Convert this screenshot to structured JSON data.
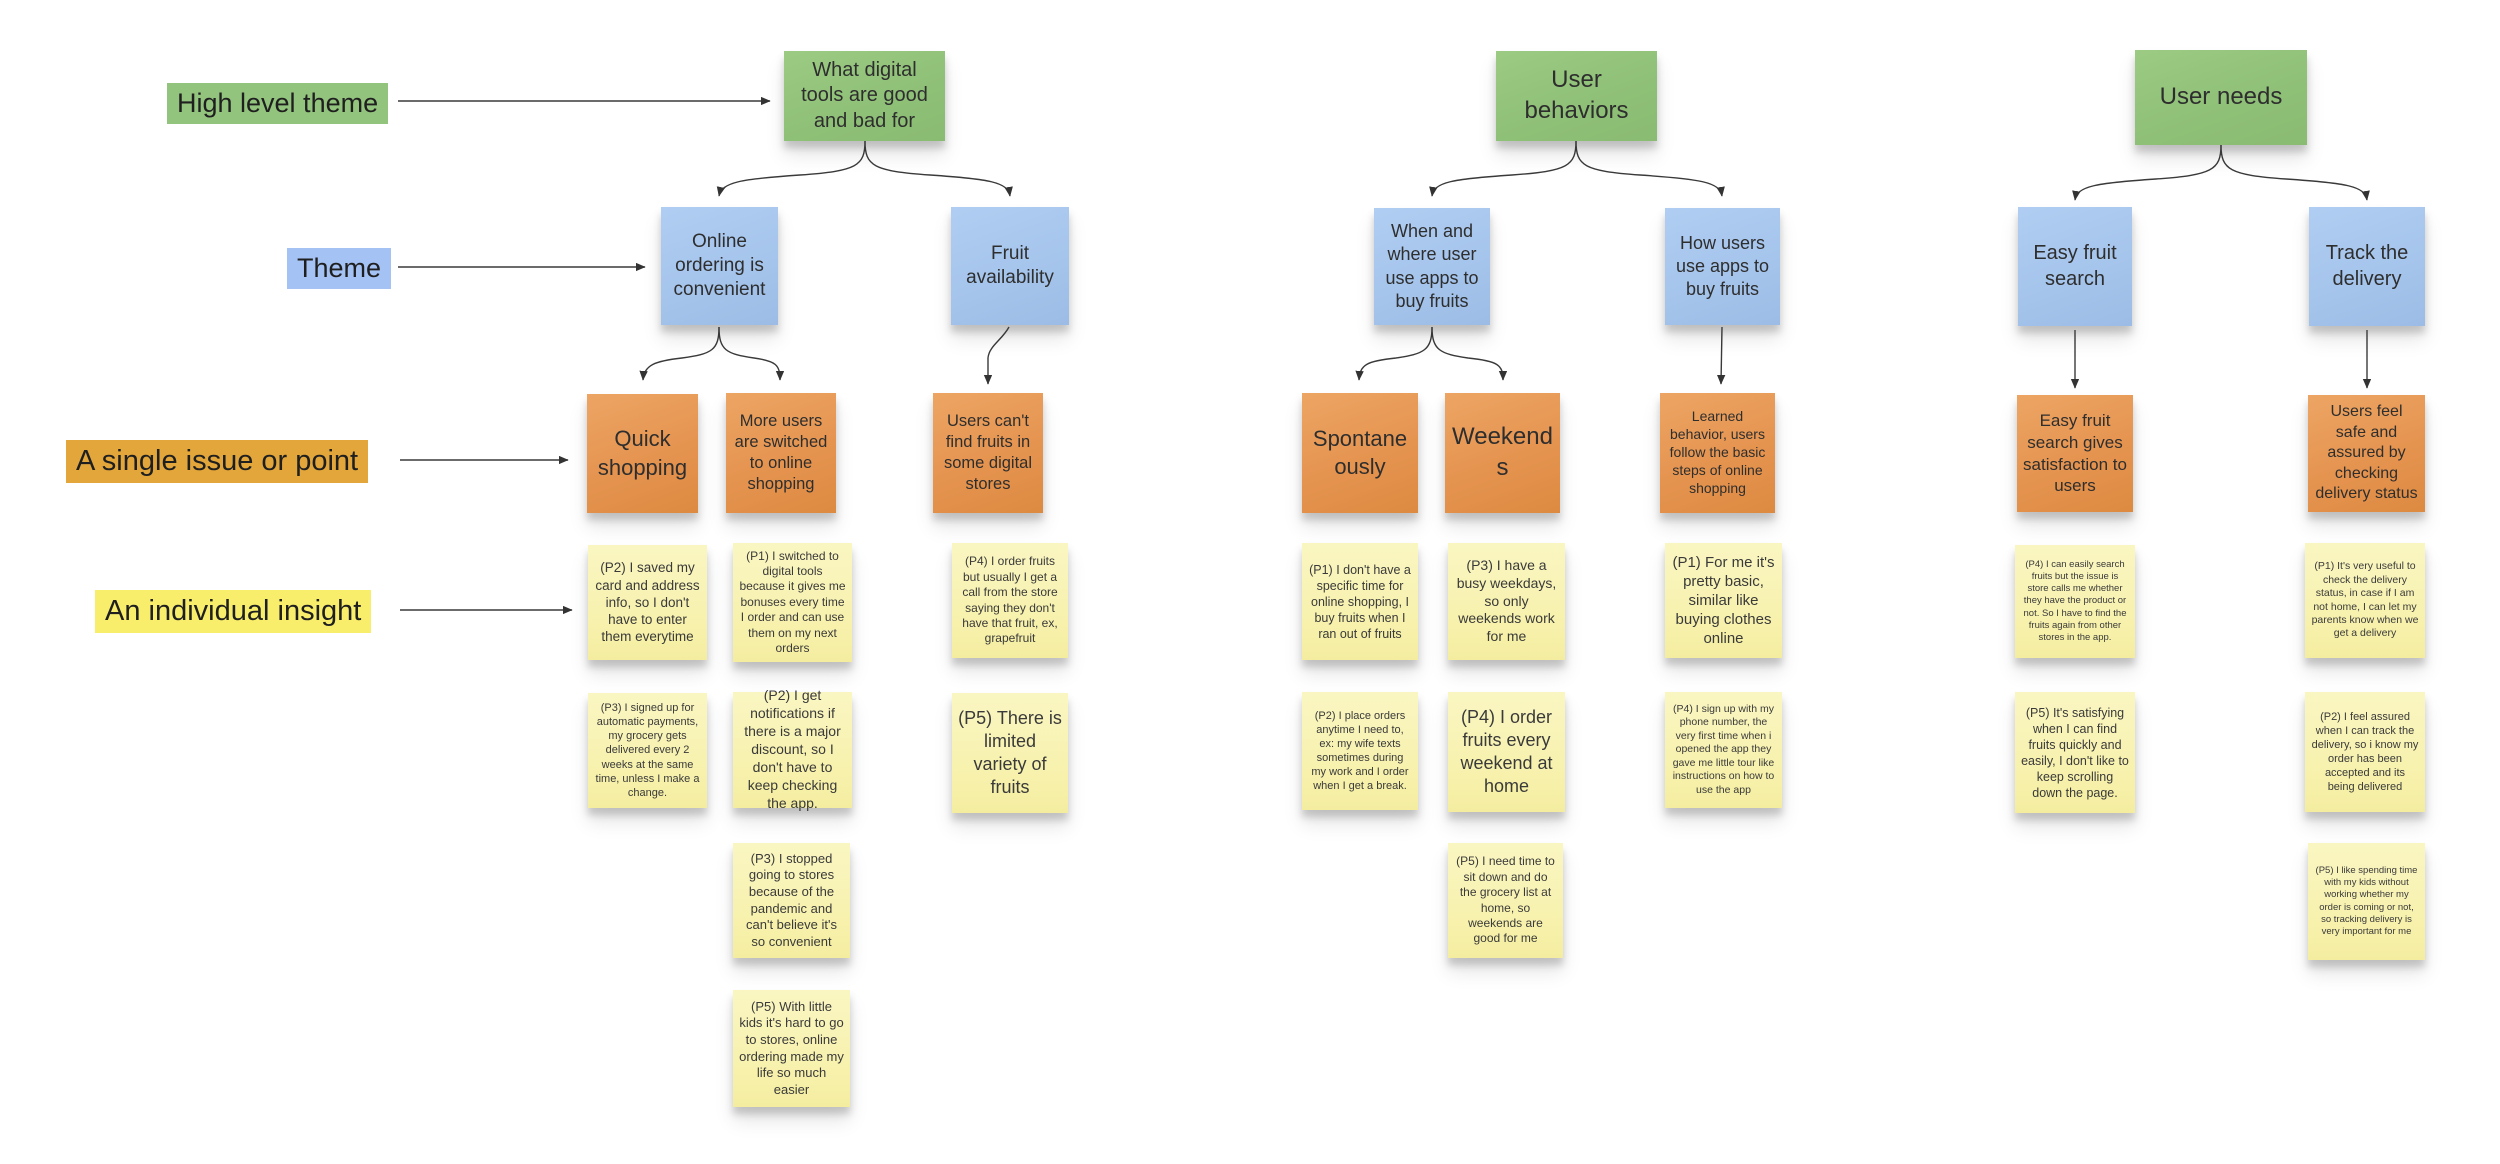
{
  "legend": {
    "items": [
      {
        "label": "High level theme",
        "color": "#93c47d"
      },
      {
        "label": "Theme",
        "color": "#a4c2f4"
      },
      {
        "label": "A single issue or point",
        "color": "#e2a63b"
      },
      {
        "label": "An individual insight",
        "color": "#f8ee6c"
      }
    ]
  },
  "colors": {
    "high_level_theme_note": "#8fc077",
    "theme_note": "#a6c5ec",
    "point_note": "#e59450",
    "insight_note": "#f7f1ac",
    "connector": "#3a3a3a",
    "canvas": "#ffffff"
  },
  "trees": [
    {
      "root": "What digital tools are good and bad for",
      "themes": [
        {
          "label": "Online ordering is convenient",
          "points": [
            {
              "label": "Quick shopping",
              "insights": [
                "(P2) I saved my card and address info, so I don't have to enter them everytime",
                "(P3) I signed up for automatic payments, my grocery gets delivered every 2 weeks at the same time, unless I make a change."
              ]
            },
            {
              "label": "More users are switched to online shopping",
              "insights": [
                "(P1) I switched to digital tools because it gives me bonuses every time I order and can use them on my next orders",
                "(P2) I get notifications if there is a major discount, so I don't have to keep checking the app.",
                "(P3) I stopped going to stores because of the pandemic and can't believe it's so convenient",
                "(P5) With little kids it's hard to go to stores, online ordering made my life so much easier"
              ]
            }
          ]
        },
        {
          "label": "Fruit availability",
          "points": [
            {
              "label": "Users can't find fruits in some digital stores",
              "insights": [
                "(P4) I order fruits but usually I get a call from the store saying they don't have that fruit, ex, grapefruit",
                "(P5) There is limited variety of fruits"
              ]
            }
          ]
        }
      ]
    },
    {
      "root": "User behaviors",
      "themes": [
        {
          "label": "When and where user use apps to buy fruits",
          "points": [
            {
              "label": "Spontaneously",
              "insights": [
                "(P1) I don't have a specific time for online shopping, I buy fruits when I ran out of fruits",
                "(P2) I place orders anytime I need to, ex: my wife texts sometimes during my work and I order when I get a break."
              ]
            },
            {
              "label": "Weekends",
              "insights": [
                "(P3) I have a busy weekdays, so only weekends work for me",
                "(P4) I order fruits every weekend at home",
                "(P5) I need time to sit down and do the grocery list at home, so weekends are good for me"
              ]
            }
          ]
        },
        {
          "label": "How users use apps to buy fruits",
          "points": [
            {
              "label": "Learned behavior, users follow the basic steps of online shopping",
              "insights": [
                "(P1) For me it's pretty basic, similar like buying clothes online",
                "(P4) I sign up with my phone number, the very first time when i opened the app they gave me little tour like instructions on how to use the app"
              ]
            }
          ]
        }
      ]
    },
    {
      "root": "User needs",
      "themes": [
        {
          "label": "Easy fruit search",
          "points": [
            {
              "label": "Easy fruit search gives satisfaction to users",
              "insights": [
                "(P4) I can easily search fruits but the issue is store calls me whether they have the product or not. So I have to find the fruits again from other stores in the app.",
                "(P5) It's satisfying when I can find fruits quickly and easily, I don't like to keep scrolling down the page."
              ]
            }
          ]
        },
        {
          "label": "Track the delivery",
          "points": [
            {
              "label": "Users feel safe and assured by checking delivery status",
              "insights": [
                "(P1) It's very useful to check the delivery status, in case if I am not home, I can let my parents know when we get a delivery",
                "(P2) I feel assured when I can track the delivery, so i know my order has been accepted and its being delivered",
                "(P5) I like spending time with my kids without working whether my order is coming or not, so tracking delivery is very important for me"
              ]
            }
          ]
        }
      ]
    }
  ]
}
